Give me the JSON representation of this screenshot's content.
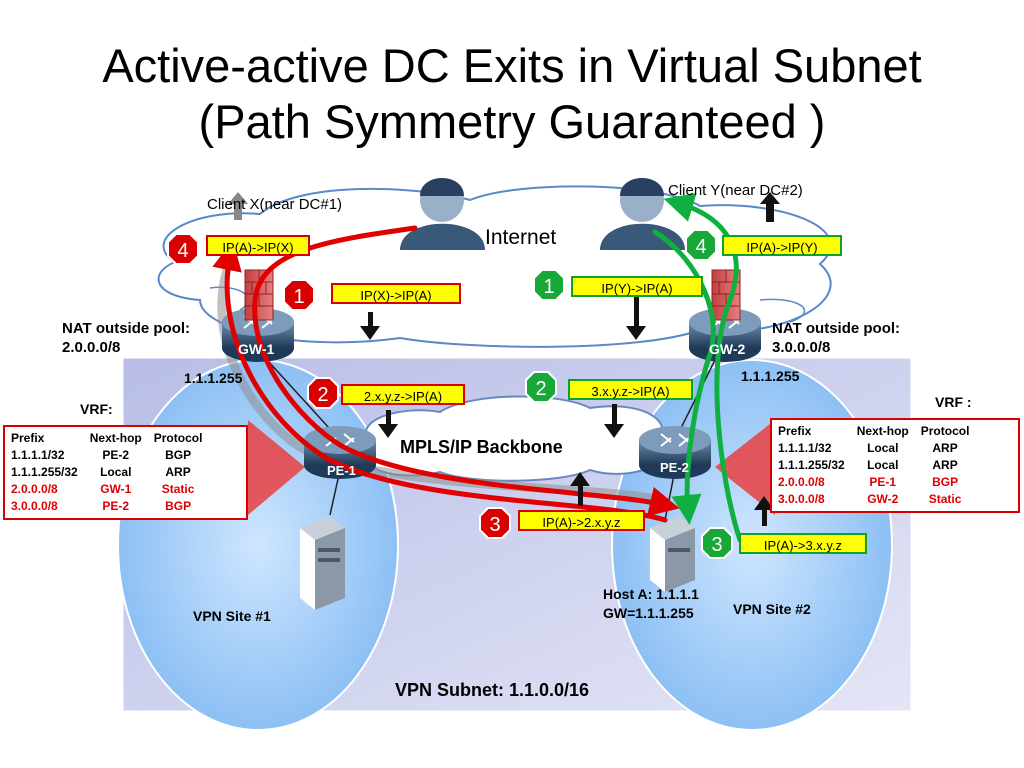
{
  "title": {
    "line1": "Active-active DC Exits in Virtual Subnet",
    "line2": "(Path Symmetry Guaranteed )"
  },
  "labels": {
    "client_x": "Client X(near DC#1)",
    "client_y": "Client Y(near DC#2)",
    "internet": "Internet",
    "nat_left_1": "NAT outside pool:",
    "nat_left_2": "2.0.0.0/8",
    "nat_right_1": "NAT outside pool:",
    "nat_right_2": "3.0.0.0/8",
    "gw1": "GW-1",
    "gw2": "GW-2",
    "gw1_ip": "1.1.1.255",
    "gw2_ip": "1.1.1.255",
    "vrf_left": "VRF:",
    "vrf_right": "VRF :",
    "pe1": "PE-1",
    "pe2": "PE-2",
    "backbone": "MPLS/IP Backbone",
    "host_a_1": "Host A: 1.1.1.1",
    "host_a_2": "GW=1.1.1.255",
    "vpn_site_1": "VPN Site #1",
    "vpn_site_2": "VPN Site #2",
    "vpn_subnet": "VPN Subnet: 1.1.0.0/16"
  },
  "steps": {
    "left_4": {
      "num": "4",
      "text": "IP(A)->IP(X)"
    },
    "left_1": {
      "num": "1",
      "text": "IP(X)->IP(A)"
    },
    "left_2": {
      "num": "2",
      "text": "2.x.y.z->IP(A)"
    },
    "left_3": {
      "num": "3",
      "text": "IP(A)->2.x.y.z"
    },
    "right_1": {
      "num": "1",
      "text": "IP(Y)->IP(A)"
    },
    "right_4": {
      "num": "4",
      "text": "IP(A)->IP(Y)"
    },
    "right_2": {
      "num": "2",
      "text": "3.x.y.z->IP(A)"
    },
    "right_3": {
      "num": "3",
      "text": "IP(A)->3.x.y.z"
    }
  },
  "vrf_table_left": {
    "header": [
      "Prefix",
      "Next-hop",
      "Protocol"
    ],
    "rows": [
      [
        "1.1.1.1/32",
        "PE-2",
        "BGP"
      ],
      [
        "1.1.1.255/32",
        "Local",
        "ARP"
      ],
      [
        "2.0.0.0/8",
        "GW-1",
        "Static"
      ],
      [
        "3.0.0.0/8",
        "PE-2",
        "BGP"
      ]
    ]
  },
  "vrf_table_right": {
    "header": [
      "Prefix",
      "Next-hop",
      "Protocol"
    ],
    "rows": [
      [
        "1.1.1.1/32",
        "Local",
        "ARP"
      ],
      [
        "1.1.1.255/32",
        "Local",
        "ARP"
      ],
      [
        "2.0.0.0/8",
        "PE-1",
        "BGP"
      ],
      [
        "3.0.0.0/8",
        "GW-2",
        "Static"
      ]
    ]
  },
  "colors": {
    "red_path": "#e00000",
    "green_path": "#10b040",
    "red_badge": "#d80000",
    "green_badge": "#18a838",
    "label_box": "#ffff00",
    "vpn_site": "#a8d0f8",
    "subnet": "#c8cce8",
    "router": "#3a5878"
  }
}
